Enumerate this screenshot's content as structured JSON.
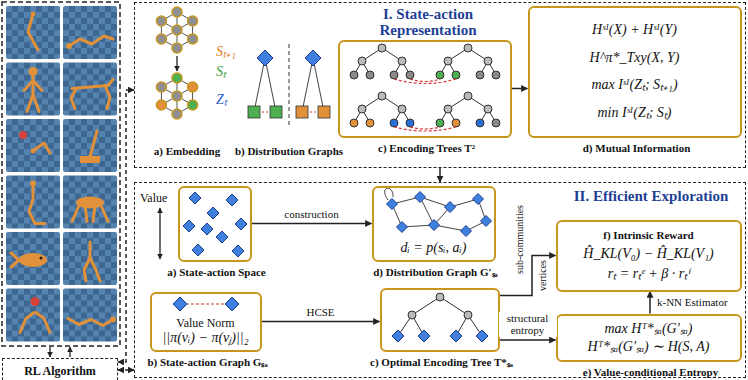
{
  "diagram": {
    "nodes": [
      {
        "text": [
          "I. State-action Representation"
        ]
      },
      {
        "text": [
          "c) Encoding Trees T²"
        ],
        "in": 0
      },
      {
        "text": [
          "Hˢᴵ(X) + Hˢᴵ(Y)",
          "H^π*_Txy(X, Y)",
          "max Iˢᴵ(Zₜ; Sₜ₊₁)",
          "min Iˢᴵ(Zₜ; Sₜ)",
          "d) Mutual Information"
        ],
        "in": 0
      },
      {
        "text": [
          "II. Efficient Exploration"
        ]
      },
      {
        "text": [
          "a) State-action Space"
        ],
        "in": 3
      },
      {
        "text": [
          "dᵢ = p(sᵢ, aᵢ)",
          "d) Distribution Graph G′ₛₐ"
        ],
        "in": 3
      },
      {
        "text": [
          "f) Intrinsic Reward",
          "Ĥ_KL(V₀) − Ĥ_KL(V₁)",
          "rₜ = rₜᵉ + β · rₜⁱ"
        ],
        "in": 3
      },
      {
        "text": [
          "Value Norm",
          "||π(vᵢ) − π(vⱼ)||₂",
          "b) State-action Graph Gₛₐ"
        ],
        "in": 3
      },
      {
        "text": [
          "c) Optimal Encoding Tree T*ₛₐ"
        ],
        "in": 3
      },
      {
        "text": [
          "max Hᵀ*ₛₐ(G′ₛₐ)",
          "Hᵀ*ₛₐ(G′ₛₐ) ∼ H(S, A)",
          "e) Value-conditional Entropy"
        ],
        "in": 3
      },
      {
        "text": [
          "RL Algorithm"
        ]
      }
    ],
    "edges": [
      {
        "from": 1,
        "to": 2,
        "arrow": "to"
      },
      {
        "from": 0,
        "to": 3,
        "arrow": "to"
      },
      {
        "from": 4,
        "to": 5,
        "arrow": "to",
        "label": "construction"
      },
      {
        "from": 7,
        "to": 8,
        "arrow": "to",
        "label": "HCSE"
      },
      {
        "from": 8,
        "to": 6,
        "arrow": "to"
      },
      {
        "from": 8,
        "to": 9,
        "arrow": "to",
        "label": "structural entropy"
      },
      {
        "from": 9,
        "to": 6,
        "arrow": "to",
        "label": "k-NN Estimator"
      },
      {
        "from": 10,
        "to": 3,
        "arrow": "both"
      },
      {
        "from": 10,
        "to": 0,
        "arrow": "both"
      }
    ],
    "labels": [
      "a) Embedding",
      "b) Distribution Graphs",
      "Sₜ₊₁",
      "Sₜ",
      "Zₜ",
      "Value",
      "sub-communities",
      "vertices"
    ]
  }
}
